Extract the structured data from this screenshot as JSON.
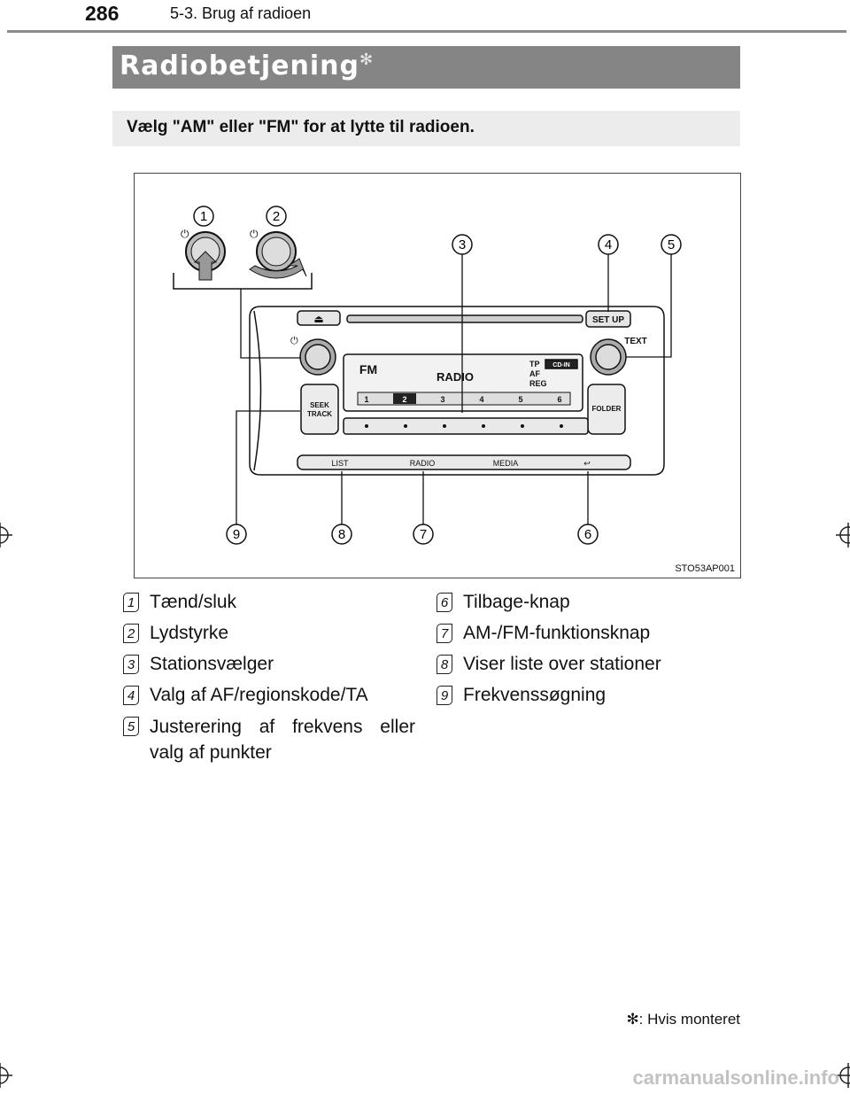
{
  "header": {
    "page_number": "286",
    "section": "5-3. Brug af radioen"
  },
  "title": {
    "text": "Radiobetjening",
    "mark": "✻"
  },
  "intro": "Vælg \"AM\" eller \"FM\" for at lytte til radioen.",
  "figure": {
    "code": "STO53AP001",
    "callouts": [
      "1",
      "2",
      "3",
      "4",
      "5",
      "6",
      "7",
      "8",
      "9"
    ],
    "labels": {
      "eject": "⏏",
      "setup": "SET UP",
      "text": "TEXT",
      "band": "FM",
      "station": "RADIO",
      "tp": "TP",
      "af": "AF",
      "reg": "REG",
      "source": "CD-IN",
      "seek": "SEEK",
      "track": "TRACK",
      "folder": "FOLDER",
      "presets": [
        "1",
        "2",
        "3",
        "4",
        "5",
        "6"
      ],
      "list": "LIST",
      "radio": "RADIO",
      "media": "MEDIA",
      "back": "↩"
    }
  },
  "legend": [
    {
      "n": "1",
      "text": "Tænd/sluk"
    },
    {
      "n": "2",
      "text": "Lydstyrke"
    },
    {
      "n": "3",
      "text": "Stationsvælger"
    },
    {
      "n": "4",
      "text": "Valg af AF/regionskode/TA"
    },
    {
      "n": "5",
      "text": "Justerering af frekvens eller valg af punkter"
    },
    {
      "n": "6",
      "text": "Tilbage-knap"
    },
    {
      "n": "7",
      "text": "AM-/FM-funktionsknap"
    },
    {
      "n": "8",
      "text": "Viser liste over stationer"
    },
    {
      "n": "9",
      "text": "Frekvenssøgning"
    }
  ],
  "footnote": "✻: Hvis monteret",
  "watermark": "carmanualsonline.info"
}
